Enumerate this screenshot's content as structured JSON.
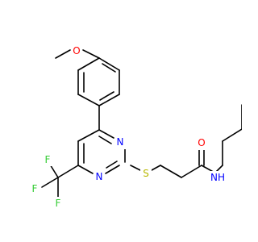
{
  "molecule": {
    "colors": {
      "carbon_bond": "#000000",
      "oxygen": "#ff0000",
      "nitrogen": "#0000ff",
      "sulfur": "#b8b800",
      "fluorine": "#33cc33",
      "background": "#ffffff"
    },
    "atoms": {
      "methoxy_o": "O",
      "ring_n_upper": "N",
      "ring_n_lower": "N",
      "thioether_s": "S",
      "carbonyl_o": "O",
      "amide_nh": "NH",
      "f_top": "F",
      "f_left": "F",
      "f_bottom": "F"
    }
  }
}
